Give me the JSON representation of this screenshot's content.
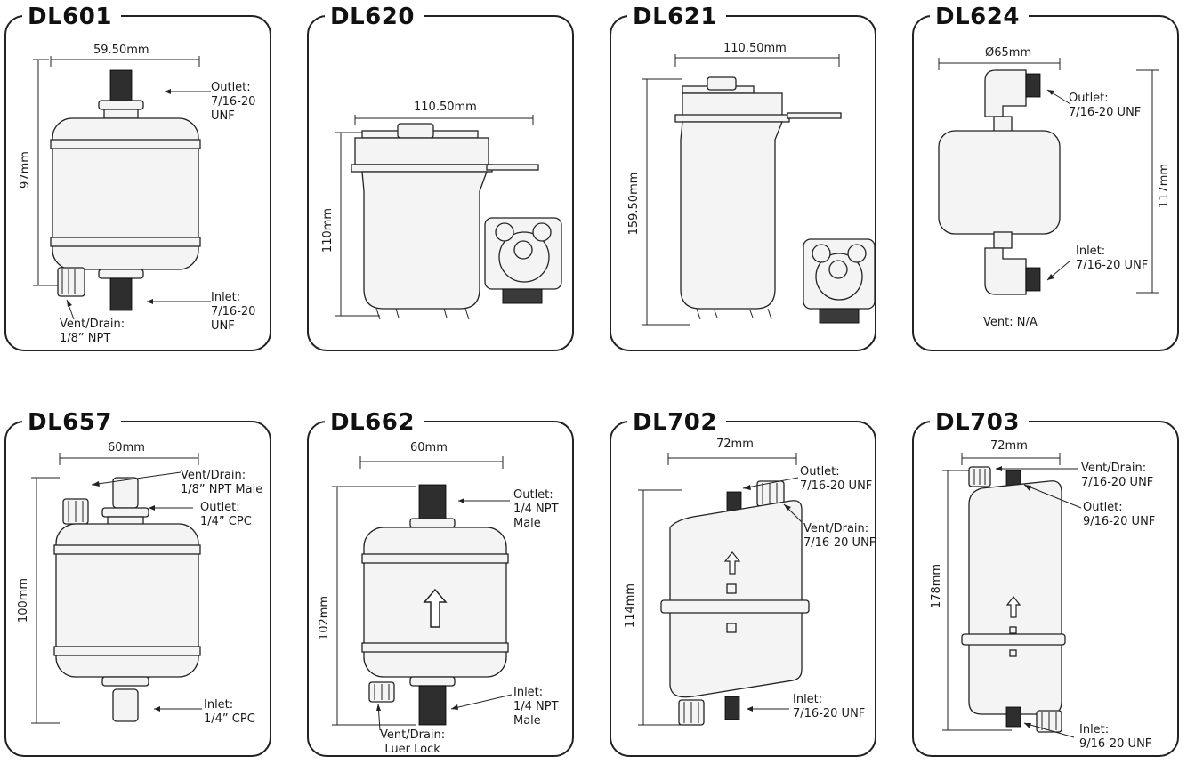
{
  "products": [
    {
      "id": "dl601",
      "name": "DL601",
      "width": "59.50mm",
      "height": "97mm",
      "outlet": [
        "Outlet:",
        "7/16-20",
        "UNF"
      ],
      "inlet": [
        "Inlet:",
        "7/16-20",
        "UNF"
      ],
      "vent": [
        "Vent/Drain:",
        "1/8”  NPT"
      ]
    },
    {
      "id": "dl620",
      "name": "DL620",
      "width": "110.50mm",
      "height": "110mm"
    },
    {
      "id": "dl621",
      "name": "DL621",
      "width": "110.50mm",
      "height": "159.50mm"
    },
    {
      "id": "dl624",
      "name": "DL624",
      "width": "Ø65mm",
      "height": "117mm",
      "outlet": [
        "Outlet:",
        "7/16-20 UNF"
      ],
      "inlet": [
        "Inlet:",
        "7/16-20 UNF"
      ],
      "vent": [
        "Vent: N/A"
      ]
    },
    {
      "id": "dl657",
      "name": "DL657",
      "width": "60mm",
      "height": "100mm",
      "vent": [
        "Vent/Drain:",
        "1/8”  NPT Male"
      ],
      "outlet": [
        "Outlet:",
        "1/4”  CPC"
      ],
      "inlet": [
        "Inlet:",
        "1/4”  CPC"
      ]
    },
    {
      "id": "dl662",
      "name": "DL662",
      "width": "60mm",
      "height": "102mm",
      "outlet": [
        "Outlet:",
        "1/4 NPT",
        "Male"
      ],
      "inlet": [
        "Inlet:",
        "1/4 NPT",
        "Male"
      ],
      "vent": [
        "Vent/Drain:",
        "Luer Lock"
      ]
    },
    {
      "id": "dl702",
      "name": "DL702",
      "width": "72mm",
      "height": "114mm",
      "outlet": [
        "Outlet:",
        "7/16-20 UNF"
      ],
      "vent": [
        "Vent/Drain:",
        "7/16-20 UNF"
      ],
      "inlet": [
        "Inlet:",
        "7/16-20 UNF"
      ]
    },
    {
      "id": "dl703",
      "name": "DL703",
      "width": "72mm",
      "height": "178mm",
      "vent": [
        "Vent/Drain:",
        "7/16-20 UNF"
      ],
      "outlet": [
        "Outlet:",
        "9/16-20 UNF"
      ],
      "inlet": [
        "Inlet:",
        "9/16-20 UNF"
      ]
    }
  ],
  "colors": {
    "outline": "#222222",
    "body_fill": "#f4f4f4",
    "dark_part": "#3a3a3a"
  }
}
